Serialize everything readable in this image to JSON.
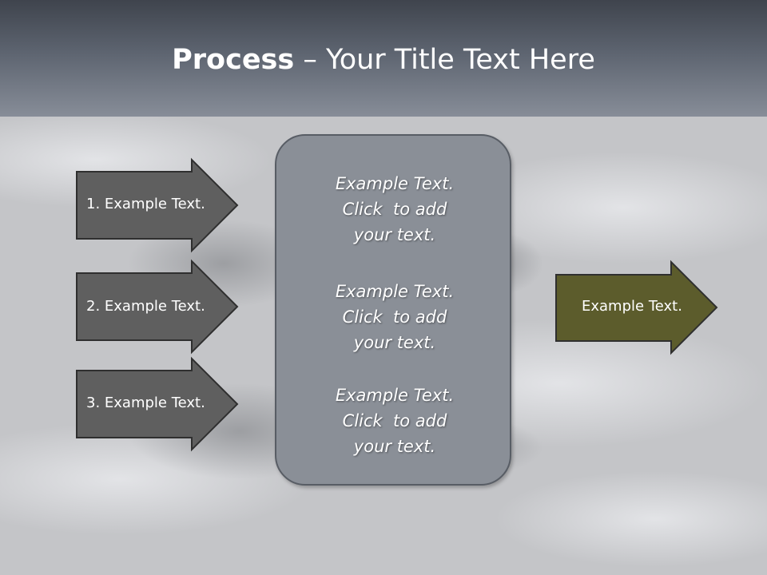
{
  "title": {
    "bold": "Process",
    "rest": " – Your Title Text Here"
  },
  "arrows": [
    {
      "label": "1. Example Text."
    },
    {
      "label": "2. Example Text."
    },
    {
      "label": "3. Example Text."
    }
  ],
  "center_box": {
    "blocks": [
      {
        "lines": [
          "Example Text.",
          "Click  to add",
          "your text."
        ]
      },
      {
        "lines": [
          "Example Text.",
          "Click  to add",
          "your text."
        ]
      },
      {
        "lines": [
          "Example Text.",
          "Click  to add",
          "your text."
        ]
      }
    ]
  },
  "output_arrow": {
    "label": "Example Text."
  },
  "colors": {
    "input_arrow_fill": "#5f5f5f",
    "output_arrow_fill": "#5c5c2c",
    "center_box_fill": "#8a8f97"
  }
}
